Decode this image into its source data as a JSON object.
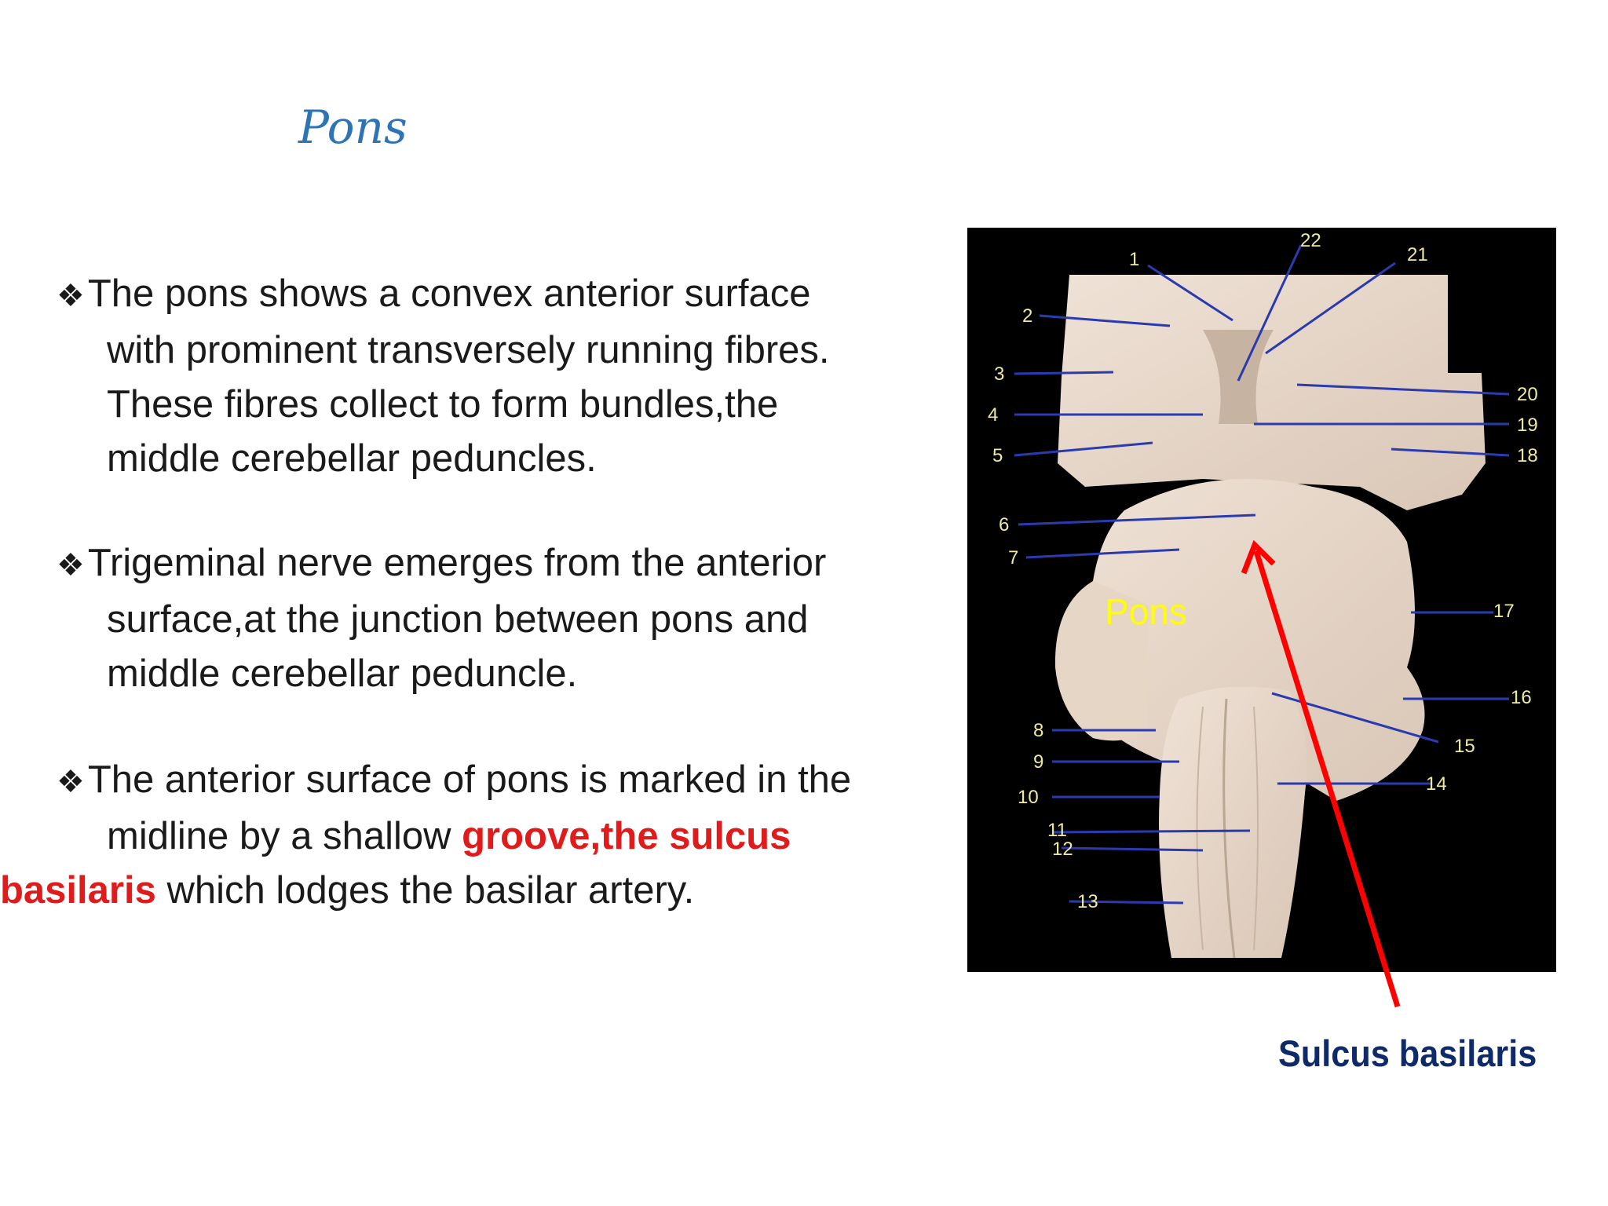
{
  "slide": {
    "title": "Pons",
    "bullets": [
      {
        "glyph": "❖",
        "lines": [
          "The pons shows a convex anterior surface",
          "with prominent transversely running fibres.",
          "These fibres collect to form bundles,the",
          "middle cerebellar peduncles."
        ]
      },
      {
        "glyph": "❖",
        "lines": [
          "Trigeminal nerve emerges from the anterior",
          "surface,at the junction between pons and",
          "middle cerebellar peduncle."
        ]
      },
      {
        "glyph": "❖",
        "line1": "The anterior surface of pons is marked in the",
        "line2_plain": "midline by a shallow ",
        "line2_red": "groove,the sulcus",
        "line3_red": "basilaris",
        "line3_plain": " which lodges the basilar artery."
      }
    ]
  },
  "figure": {
    "pons_label": "Pons",
    "caption": "Sulcus basilaris",
    "numbers": [
      "1",
      "2",
      "3",
      "4",
      "5",
      "6",
      "7",
      "8",
      "9",
      "10",
      "11",
      "12",
      "13",
      "14",
      "15",
      "16",
      "17",
      "18",
      "19",
      "20",
      "21",
      "22"
    ]
  },
  "colors": {
    "title": "#2e74b5",
    "highlight": "#e01b1b",
    "caption": "#0e2a6b",
    "arrow_red": "#ff0000",
    "pointer_blue": "#2a3bb0",
    "label_yellow": "#f0e9a0"
  }
}
